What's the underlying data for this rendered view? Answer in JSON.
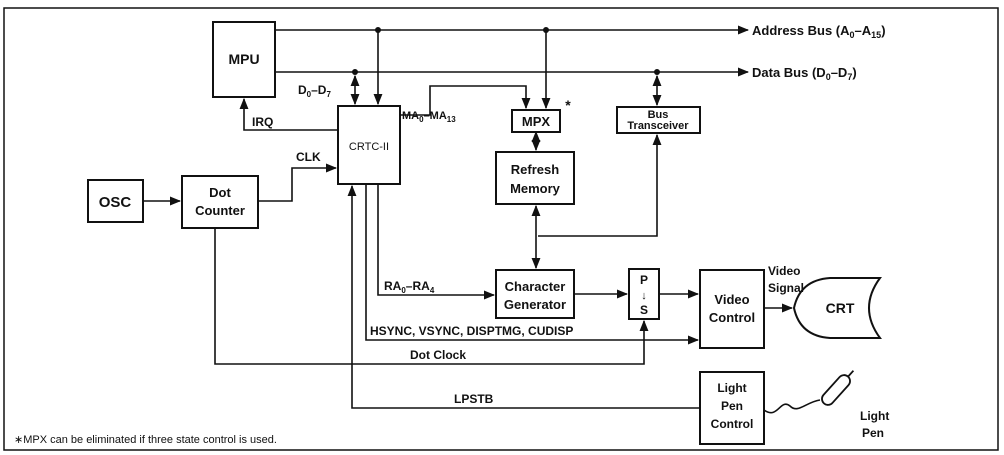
{
  "blocks": {
    "mpu": "MPU",
    "crtc": "CRTC-II",
    "mpx": "MPX",
    "mpx_mark": "*",
    "bus_transceiver_1": "Bus",
    "bus_transceiver_2": "Transceiver",
    "refresh_memory_1": "Refresh",
    "refresh_memory_2": "Memory",
    "osc": "OSC",
    "dot_counter_1": "Dot",
    "dot_counter_2": "Counter",
    "char_gen_1": "Character",
    "char_gen_2": "Generator",
    "ps_p": "P",
    "ps_arrow": "↓",
    "ps_s": "S",
    "video_control_1": "Video",
    "video_control_2": "Control",
    "crt": "CRT",
    "light_pen_control_1": "Light",
    "light_pen_control_2": "Pen",
    "light_pen_control_3": "Control"
  },
  "buses": {
    "address_main": "Address Bus (A",
    "address_sub1": "0",
    "address_mid": "–A",
    "address_sub2": "15",
    "address_end": ")",
    "data_main": "Data Bus (D",
    "data_sub1": "0",
    "data_mid": "–D",
    "data_sub2": "7",
    "data_end": ")"
  },
  "signals": {
    "d_main": "D",
    "d_sub1": "0",
    "d_mid": "–D",
    "d_sub2": "7",
    "irq": "IRQ",
    "ma_main": "MA",
    "ma_sub1": "0",
    "ma_mid": "–MA",
    "ma_sub2": "13",
    "clk": "CLK",
    "ra_main": "RA",
    "ra_sub1": "0",
    "ra_mid": "–RA",
    "ra_sub2": "4",
    "sync": "HSYNC, VSYNC, DISPTMG, CUDISP",
    "dot_clock": "Dot Clock",
    "lpstb": "LPSTB",
    "video_signal_1": "Video",
    "video_signal_2": "Signal",
    "light_pen_1": "Light",
    "light_pen_2": "Pen"
  },
  "footnote": "∗MPX can be eliminated if three state control is used."
}
